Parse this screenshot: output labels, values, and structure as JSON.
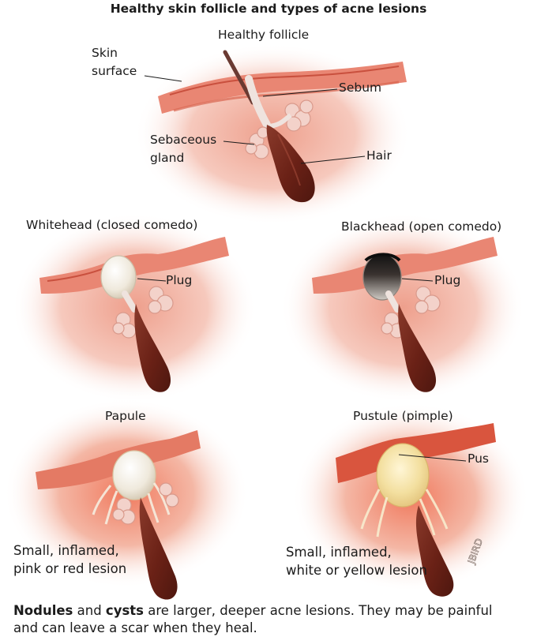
{
  "title": "Healthy skin follicle and types of acne lesions",
  "healthy": {
    "heading": "Healthy follicle",
    "skin_surface": [
      "Skin",
      "surface"
    ],
    "sebum": "Sebum",
    "sebaceous_gland": [
      "Sebaceous",
      "gland"
    ],
    "hair": "Hair"
  },
  "whitehead": {
    "heading": "Whitehead (closed comedo)",
    "plug": "Plug"
  },
  "blackhead": {
    "heading": "Blackhead (open comedo)",
    "plug": "Plug"
  },
  "papule": {
    "heading": "Papule",
    "caption": [
      "Small, inflamed,",
      "pink or red lesion"
    ]
  },
  "pustule": {
    "heading": "Pustule (pimple)",
    "pus": "Pus",
    "caption": [
      "Small, inflamed,",
      "white or yellow lesion"
    ]
  },
  "footnote": {
    "nodules": "Nodules",
    "and": " and ",
    "cysts": "cysts",
    "line1_rest": " are larger, deeper acne lesions. They may be painful",
    "line2": "and can leave a scar when they heal."
  },
  "signature": "JBIRD",
  "colors": {
    "skin_base": "#f4c2b4",
    "dermis_glow": "#e98a78",
    "epidermis_band": "#d9644f",
    "hair_bulb": "#6e2418",
    "sebaceous": "#f1cfc6",
    "sebum_plug": "#f2ece0",
    "blackhead_top": "#2a2320",
    "pus": "#f3df9f",
    "inflamed": "#f08c6e"
  }
}
